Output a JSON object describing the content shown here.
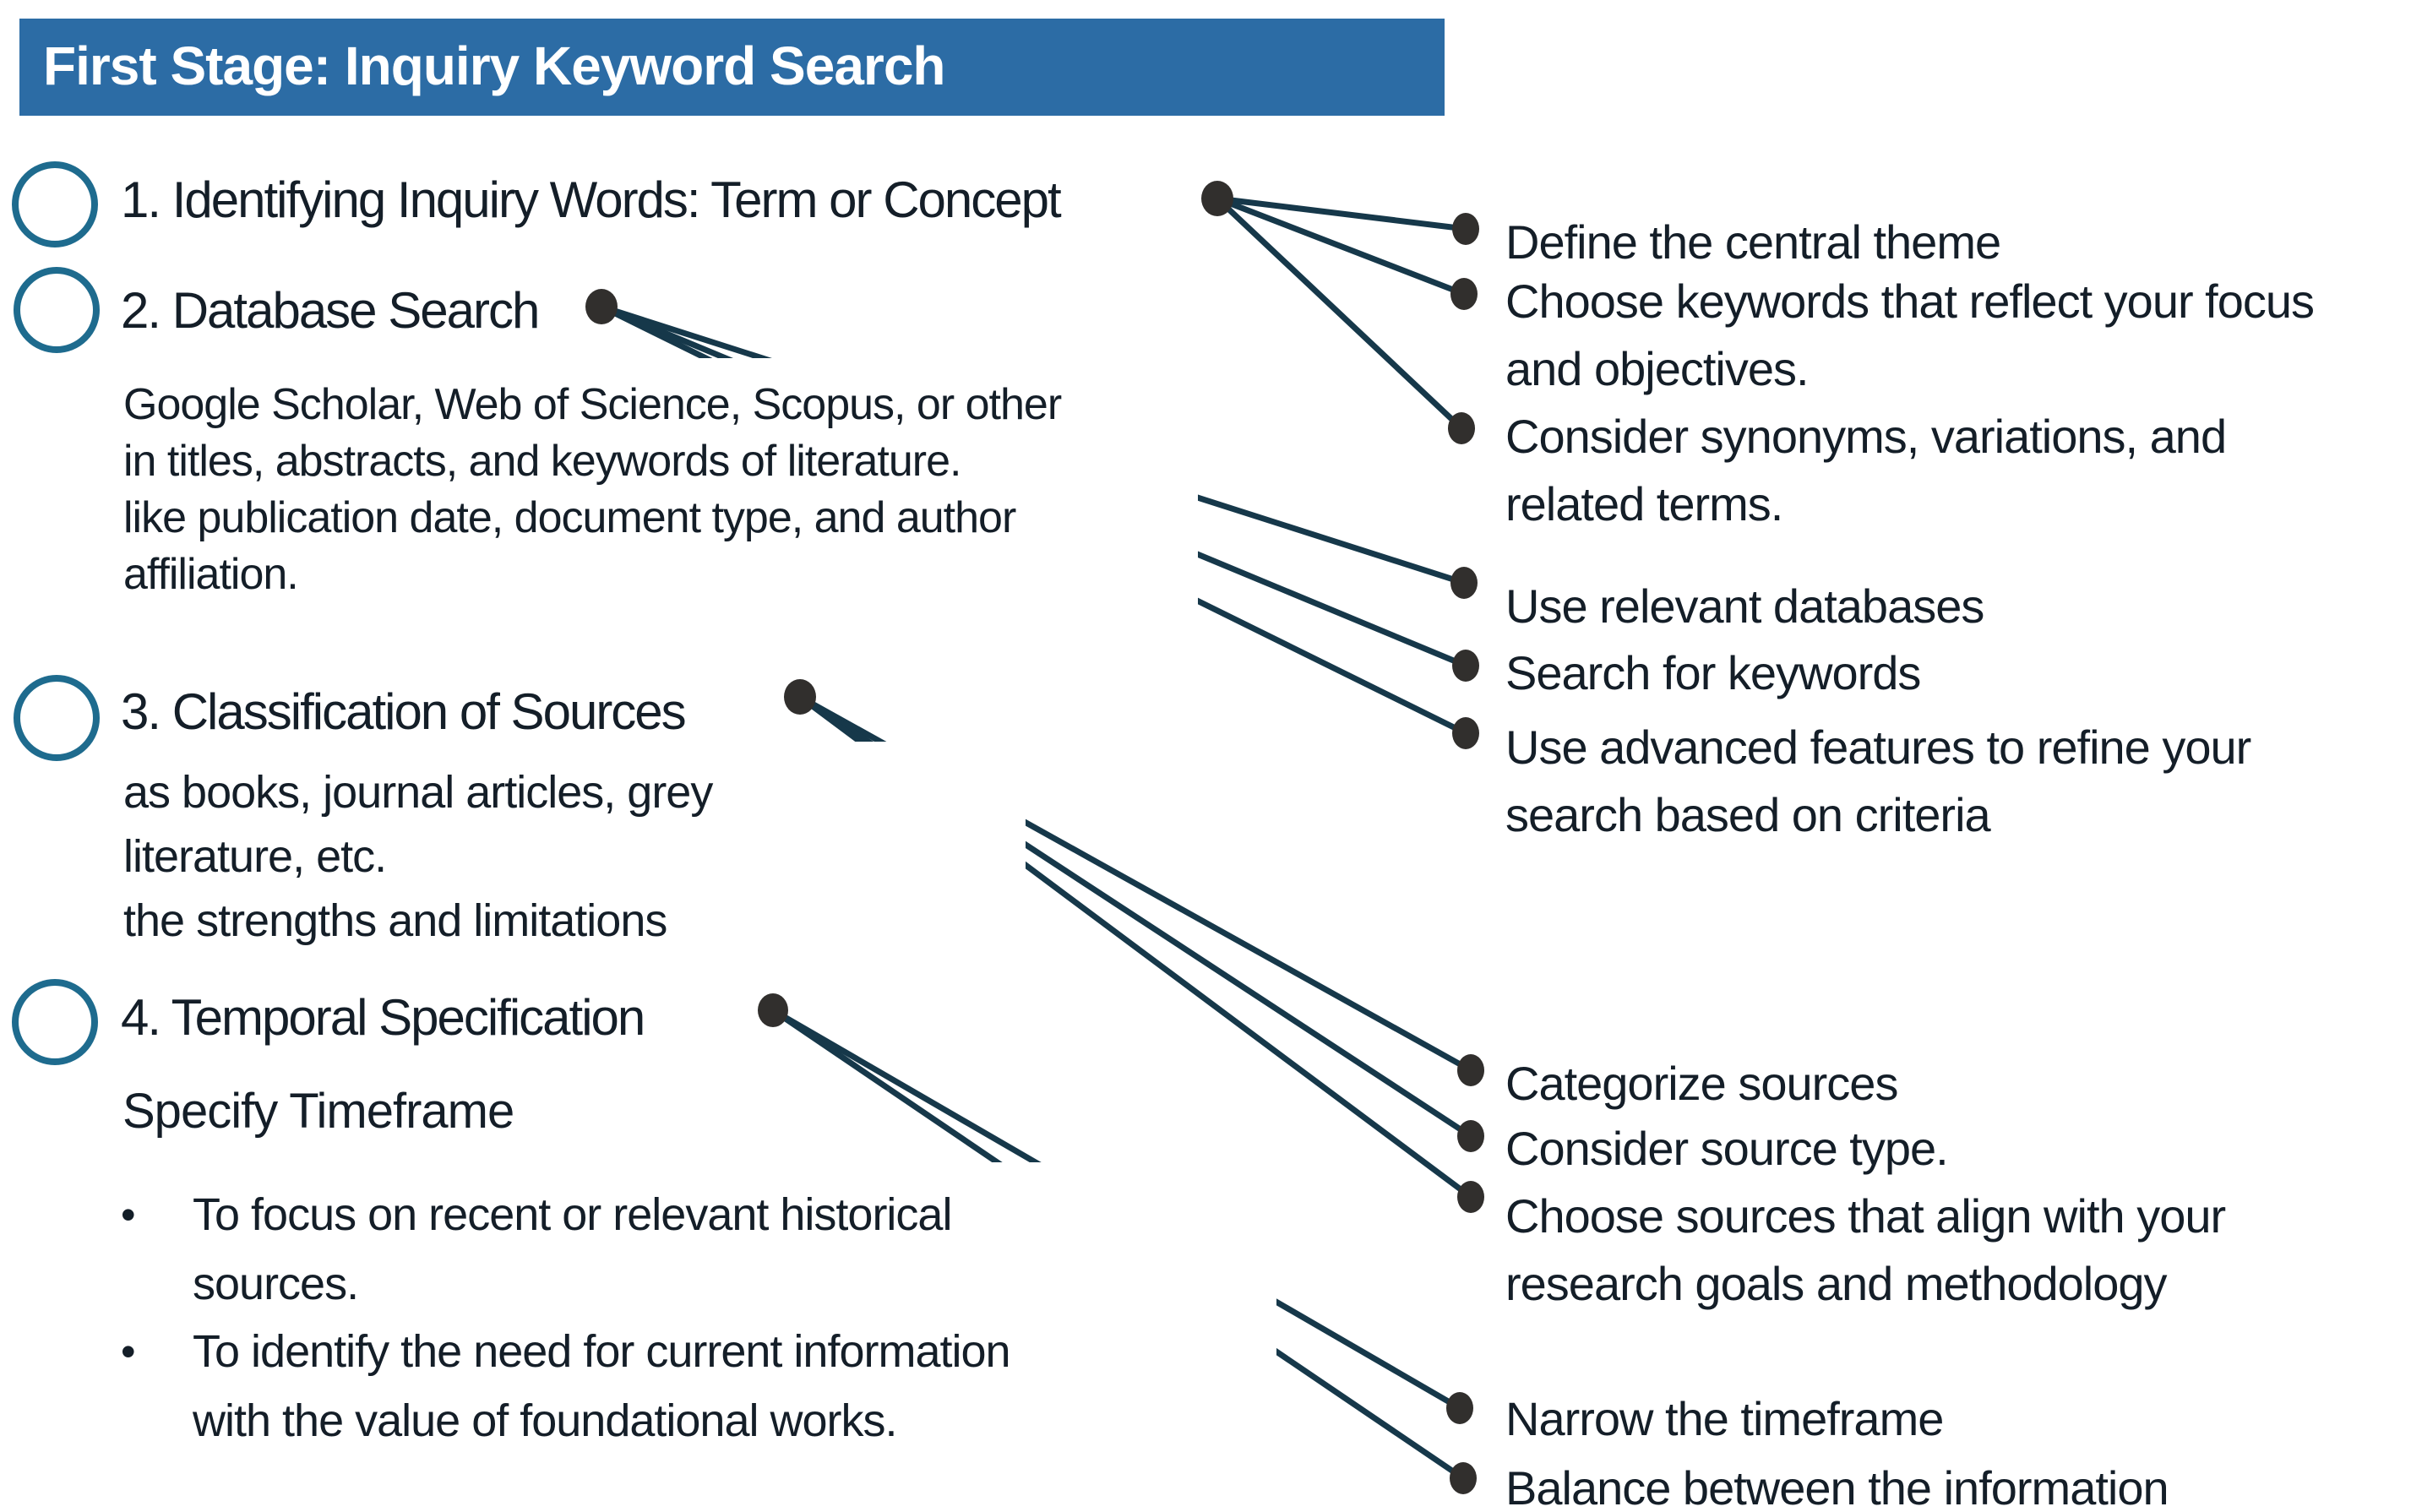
{
  "header": {
    "title": "First Stage: Inquiry Keyword Search"
  },
  "glyphs": {
    "bullet_marker": "•"
  },
  "colors": {
    "header_bg": "#2c6ca5",
    "header_text": "#ffffff",
    "connector_line": "#16384a",
    "node_dot": "#312f2d",
    "stage_ring": "#1e6b8e",
    "body_text": "#141e28",
    "background": "#ffffff"
  },
  "stages": [
    {
      "title": "1. Identifying Inquiry Words: Term or Concept",
      "callouts": [
        {
          "lines": [
            "Define the central theme"
          ]
        },
        {
          "lines": [
            "Choose keywords that reflect your focus",
            "and objectives."
          ]
        },
        {
          "lines": [
            "Consider synonyms, variations, and",
            "related terms."
          ]
        }
      ]
    },
    {
      "title": "2. Database Search",
      "note_lines": [
        "Google Scholar, Web of Science, Scopus, or other",
        "in titles, abstracts, and keywords of literature.",
        "like publication date, document type, and author",
        "affiliation."
      ],
      "callouts": [
        {
          "lines": [
            "Use relevant databases"
          ]
        },
        {
          "lines": [
            "Search for keywords"
          ]
        },
        {
          "lines": [
            "Use advanced features to refine your",
            "search based on criteria"
          ]
        }
      ]
    },
    {
      "title": "3. Classification of Sources",
      "note_lines": [
        "as books, journal articles, grey",
        "literature, etc.",
        "the strengths and limitations"
      ],
      "callouts": [
        {
          "lines": [
            "Categorize sources"
          ]
        },
        {
          "lines": [
            "Consider source type."
          ]
        },
        {
          "lines": [
            "Choose sources that align with your",
            "research goals and methodology"
          ]
        }
      ]
    },
    {
      "title": "4. Temporal Specification",
      "subheading": "Specify Timeframe",
      "bullet_points": [
        {
          "lines": [
            "To focus on recent or relevant historical",
            "sources."
          ]
        },
        {
          "lines": [
            "To identify the need for current information",
            "with the value of foundational works."
          ]
        }
      ],
      "callouts": [
        {
          "lines": [
            "Narrow the timeframe"
          ]
        },
        {
          "lines": [
            "Balance between the information"
          ]
        }
      ]
    }
  ]
}
